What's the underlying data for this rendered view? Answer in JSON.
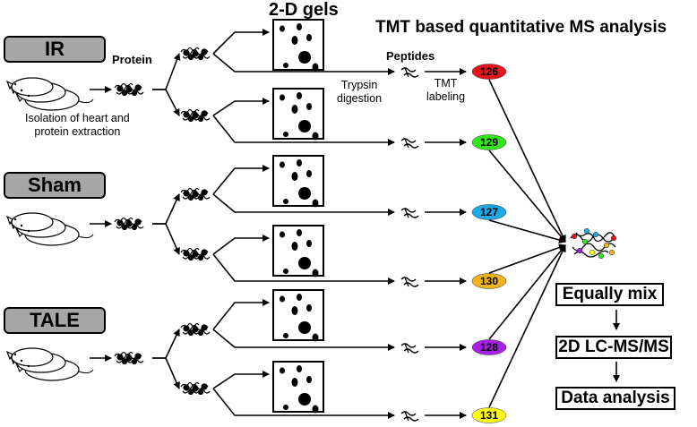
{
  "title_gels": "2-D gels",
  "title_tmt": "TMT based quantitative MS analysis",
  "labels": {
    "protein": "Protein",
    "isolation_line1": "Isolation of heart and",
    "isolation_line2": "protein extraction",
    "peptides": "Peptides",
    "trypsin_line1": "Trypsin",
    "trypsin_line2": "digestion",
    "tmt_line1": "TMT",
    "tmt_line2": "labeling"
  },
  "groups": [
    {
      "name": "IR"
    },
    {
      "name": "Sham"
    },
    {
      "name": "TALE"
    }
  ],
  "tags": [
    {
      "label": "126",
      "color": "#e8141c"
    },
    {
      "label": "129",
      "color": "#33e61e"
    },
    {
      "label": "127",
      "color": "#1ea8e6"
    },
    {
      "label": "130",
      "color": "#f0b41e"
    },
    {
      "label": "128",
      "color": "#a620e6"
    },
    {
      "label": "131",
      "color": "#ffff14"
    }
  ],
  "steps": [
    {
      "label": "Equally mix"
    },
    {
      "label": "2D LC-MS/MS"
    },
    {
      "label": "Data analysis"
    }
  ],
  "colors": {
    "group_box": "#a6a6a6",
    "ink": "#000000"
  },
  "icons": [
    "mice-icon",
    "protein-cluster-icon",
    "gel-icon",
    "peptide-icon",
    "mixed-peptides-icon"
  ]
}
